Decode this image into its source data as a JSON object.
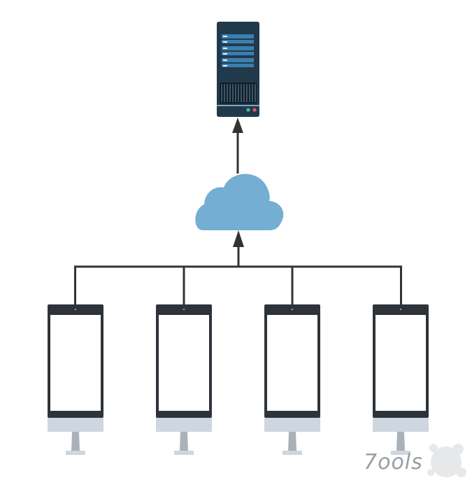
{
  "diagram": {
    "nodes": [
      {
        "id": "server",
        "kind": "server-icon"
      },
      {
        "id": "cloud",
        "kind": "cloud-icon"
      },
      {
        "id": "monitor-1",
        "kind": "monitor-icon"
      },
      {
        "id": "monitor-2",
        "kind": "monitor-icon"
      },
      {
        "id": "monitor-3",
        "kind": "monitor-icon"
      },
      {
        "id": "monitor-4",
        "kind": "monitor-icon"
      }
    ],
    "edges": [
      {
        "from": "cloud",
        "to": "server",
        "arrow": "to"
      },
      {
        "from": "monitor-1",
        "to": "cloud",
        "arrow": "to"
      },
      {
        "from": "monitor-2",
        "to": "cloud",
        "arrow": "to"
      },
      {
        "from": "monitor-3",
        "to": "cloud",
        "arrow": "to"
      },
      {
        "from": "monitor-4",
        "to": "cloud",
        "arrow": "to"
      }
    ],
    "colors": {
      "server_body": "#213a4b",
      "server_bar": "#3a7fb0",
      "server_bar_light": "#e8f1f8",
      "cloud": "#74aed2",
      "monitor_frame": "#2d3339",
      "monitor_screen": "#ffffff",
      "monitor_base": "#ced6df",
      "monitor_stand": "#aab1b9",
      "connector": "#333333",
      "led_green": "#3ec28f",
      "led_red": "#e0507a"
    }
  },
  "watermark": {
    "text": "7ools"
  }
}
